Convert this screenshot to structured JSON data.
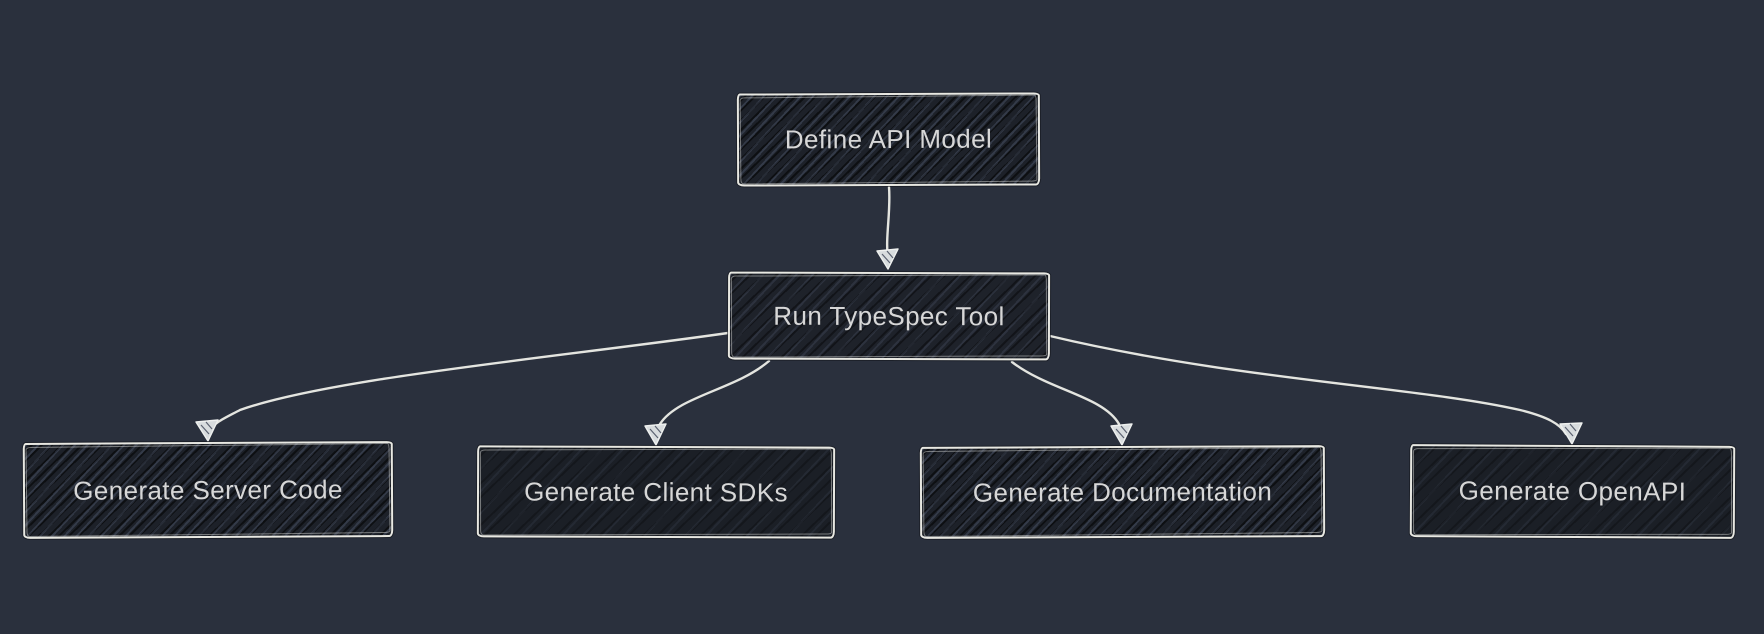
{
  "diagram": {
    "type": "flowchart",
    "style": "hand-drawn-sketch",
    "direction": "top-down",
    "nodes": [
      {
        "id": "define-api-model",
        "label": "Define API Model"
      },
      {
        "id": "run-typespec-tool",
        "label": "Run TypeSpec Tool"
      },
      {
        "id": "generate-server-code",
        "label": "Generate Server Code"
      },
      {
        "id": "generate-client-sdks",
        "label": "Generate Client SDKs"
      },
      {
        "id": "generate-documentation",
        "label": "Generate Documentation"
      },
      {
        "id": "generate-openapi",
        "label": "Generate OpenAPI"
      }
    ],
    "edges": [
      {
        "from": "define-api-model",
        "to": "run-typespec-tool"
      },
      {
        "from": "run-typespec-tool",
        "to": "generate-server-code"
      },
      {
        "from": "run-typespec-tool",
        "to": "generate-client-sdks"
      },
      {
        "from": "run-typespec-tool",
        "to": "generate-documentation"
      },
      {
        "from": "run-typespec-tool",
        "to": "generate-openapi"
      }
    ],
    "colors": {
      "background": "#2a303d",
      "node_fill": "#1d2129",
      "node_border": "#e8e8e2",
      "node_text": "#d7d7d7",
      "edge_stroke": "#e4e5e0"
    }
  }
}
